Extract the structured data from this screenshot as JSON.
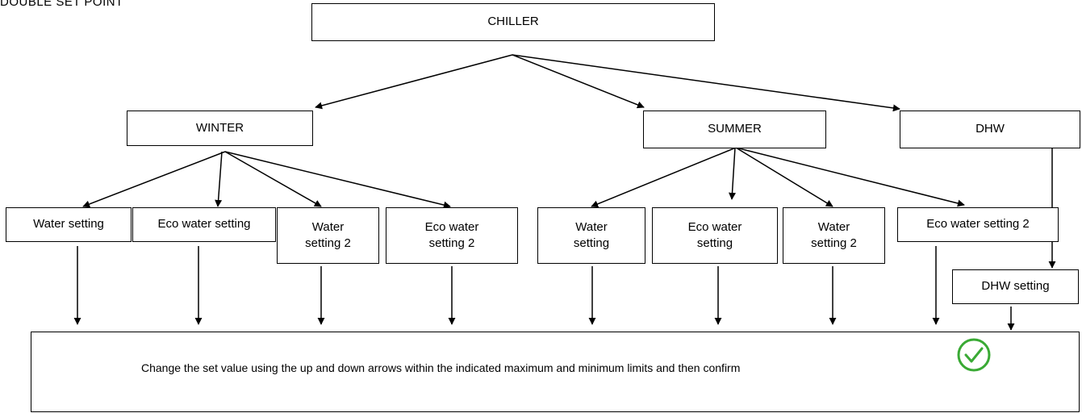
{
  "heading": "DOUBLE SET POINT",
  "root": {
    "label": "CHILLER"
  },
  "modes": {
    "winter": "WINTER",
    "summer": "SUMMER",
    "dhw": "DHW"
  },
  "winter_settings": [
    {
      "line1": "Water setting",
      "line2": ""
    },
    {
      "line1": "Eco water setting",
      "line2": ""
    },
    {
      "line1": "Water",
      "line2": "setting 2"
    },
    {
      "line1": "Eco water",
      "line2": "setting 2"
    }
  ],
  "summer_settings": [
    {
      "line1": "Water",
      "line2": "setting"
    },
    {
      "line1": "Eco water",
      "line2": "setting"
    },
    {
      "line1": "Water",
      "line2": "setting 2"
    },
    {
      "line1": "Eco water setting 2",
      "line2": ""
    }
  ],
  "dhw_setting": {
    "label": "DHW setting"
  },
  "instruction": {
    "text": "Change the set value using the up and down arrows within the indicated maximum and minimum limits and then confirm",
    "confirm_icon": "check-circle-icon",
    "confirm_color": "#3aaa35"
  }
}
